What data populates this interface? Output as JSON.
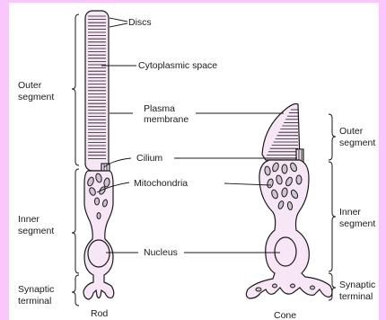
{
  "labels": {
    "discs": "Discs",
    "cytoplasmic_space": "Cytoplasmic space",
    "plasma_membrane_line1": "Plasma",
    "plasma_membrane_line2": "membrane",
    "cilium": "Cilium",
    "mitochondria": "Mitochondria",
    "nucleus": "Nucleus"
  },
  "rod_regions": {
    "outer_line1": "Outer",
    "outer_line2": "segment",
    "inner_line1": "Inner",
    "inner_line2": "segment",
    "synaptic_line1": "Synaptic",
    "synaptic_line2": "terminal",
    "caption": "Rod"
  },
  "cone_regions": {
    "outer_line1": "Outer",
    "outer_line2": "segment",
    "inner_line1": "Inner",
    "inner_line2": "segment",
    "synaptic_line1": "Synaptic",
    "synaptic_line2": "terminal",
    "caption": "Cone"
  },
  "colors": {
    "background": "#fbc6fb",
    "panel": "#ffffff",
    "cell_fill": "#f7e6f5",
    "ink": "#1a1a1a"
  }
}
